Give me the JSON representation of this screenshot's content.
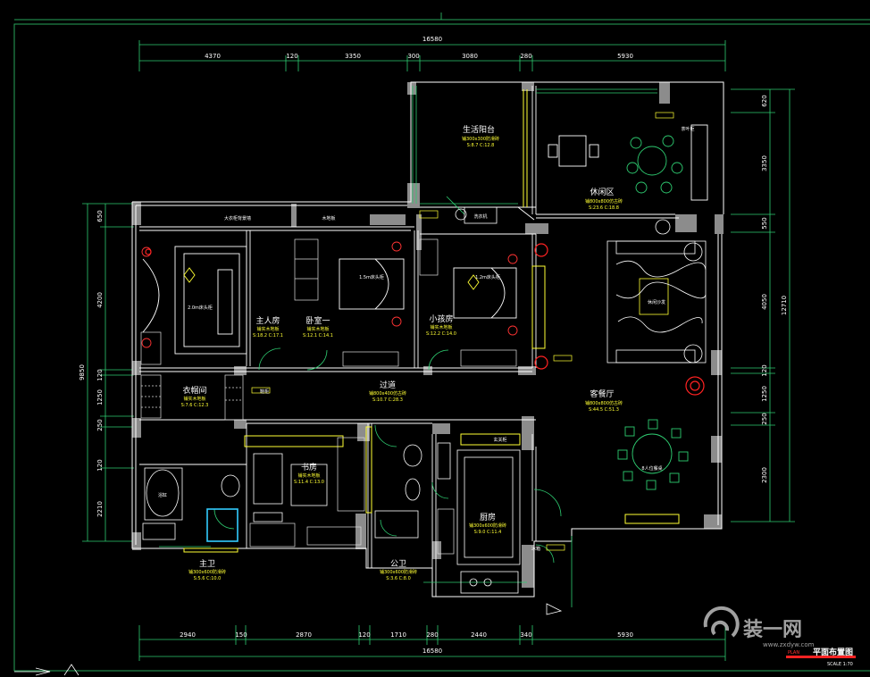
{
  "plan": {
    "title": "平面布置图",
    "title_en": "PLAN",
    "scale": "SCALE 1:70"
  },
  "dims": {
    "top_total": "16580",
    "top": [
      "4370",
      "120",
      "3350",
      "300",
      "3080",
      "280",
      "5930"
    ],
    "bottom_total": "16580",
    "bottom": [
      "2940",
      "150",
      "2870",
      "120",
      "1710",
      "280",
      "2440",
      "340",
      "5930"
    ],
    "left_total": "9850",
    "left": [
      "650",
      "4200",
      "120",
      "1250",
      "250",
      "120",
      "2210"
    ],
    "right_total": "12710",
    "right": [
      "620",
      "3350",
      "550",
      "4050",
      "120",
      "1250",
      "250",
      "2300"
    ]
  },
  "rooms": [
    {
      "name": "生活阳台",
      "sub1": "铺300x300防滑砖",
      "sub2": "S:8.7 C:12.8"
    },
    {
      "name": "休闲区",
      "sub1": "铺800x800仿古砖",
      "sub2": "S:23.6 C:18.8"
    },
    {
      "name": "主人房",
      "sub1": "铺实木地板",
      "sub2": "S:18.2 C:17.1"
    },
    {
      "name": "卧室一",
      "sub1": "铺实木地板",
      "sub2": "S:12.1 C:14.1"
    },
    {
      "name": "小孩房",
      "sub1": "铺实木地板",
      "sub2": "S:12.2 C:14.0"
    },
    {
      "name": "衣帽间",
      "sub1": "铺实木地板",
      "sub2": "S:7.6 C:12.3"
    },
    {
      "name": "过道",
      "sub1": "铺800x400仿古砖",
      "sub2": "S:10.7 C:28.3"
    },
    {
      "name": "客餐厅",
      "sub1": "铺800x800仿古砖",
      "sub2": "S:44.5 C:51.3"
    },
    {
      "name": "书房",
      "sub1": "铺实木地板",
      "sub2": "S:11.4 C:13.0"
    },
    {
      "name": "厨房",
      "sub1": "铺300x600防滑砖",
      "sub2": "S:9.0 C:11.4"
    },
    {
      "name": "主卫",
      "sub1": "铺300x600防滑砖",
      "sub2": "S:5.6 C:10.0"
    },
    {
      "name": "公卫",
      "sub1": "铺300x600防滑砖",
      "sub2": "S:3.6 C:8.0"
    }
  ],
  "labels": {
    "wardrobe_big": "大衣柜背景墙",
    "wardrobe_wood": "木地板",
    "bed_master": "2.0m床头柜",
    "bed_one": "1.5m床头柜",
    "bed_kid": "1.2m床头柜",
    "sofa": "休闲沙发",
    "dining": "8人位餐桌",
    "tea": "茶叶柜",
    "washer": "洗衣机",
    "bath": "浴缸",
    "cabinet": "鞋柜",
    "fridge": "冰箱",
    "shoe": "玄关柜"
  },
  "watermark": {
    "brand": "装一网",
    "url": "www.zxdyw.com"
  }
}
